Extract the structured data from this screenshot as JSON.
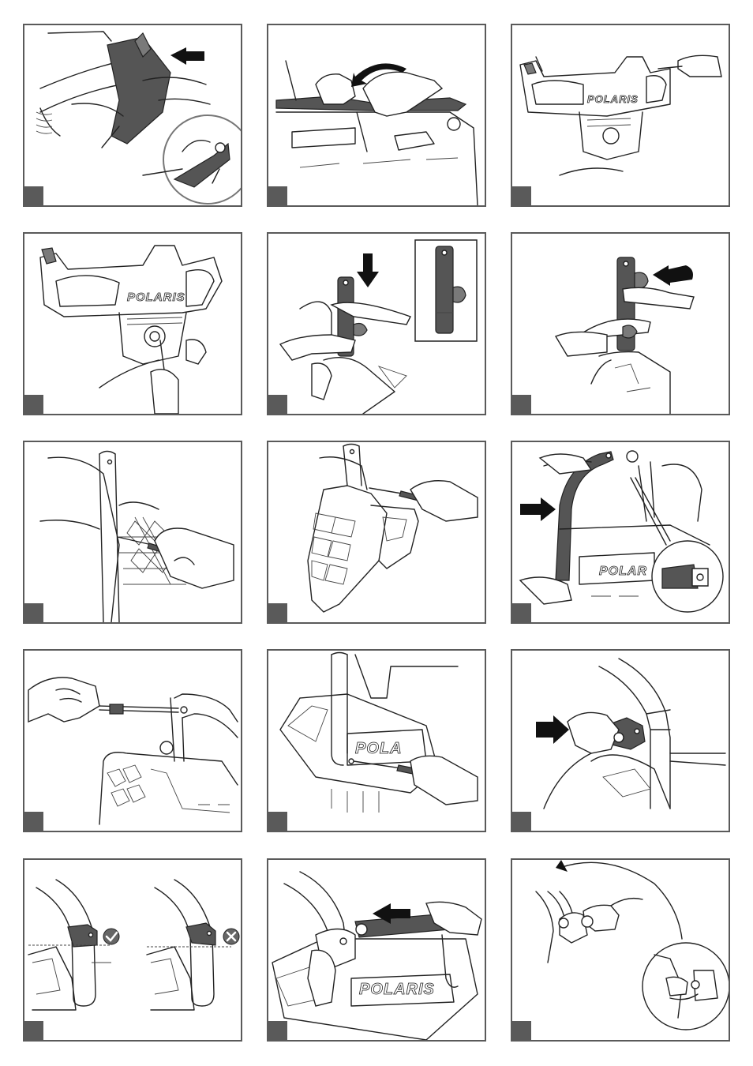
{
  "brand": {
    "full": "POLARIS",
    "partial": "POLA",
    "partial_b": "POLAR"
  },
  "colors": {
    "frame": "#5a5a5a",
    "part_dark": "#555555",
    "arrow": "#111111"
  },
  "icons": {
    "correct": "check-icon",
    "incorrect": "cross-icon",
    "direction": "arrow-icon"
  }
}
